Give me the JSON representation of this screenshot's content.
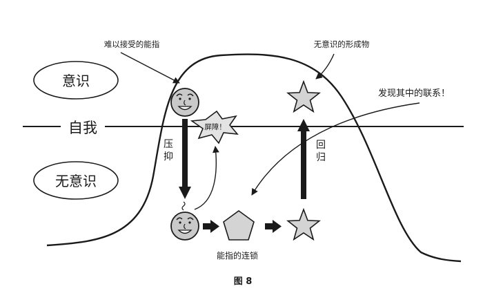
{
  "labels": {
    "conscious": "意识",
    "unconscious": "无意识",
    "ego": "自我",
    "unacceptable_signifier": "难以接受的能指",
    "barrier": "屏障！",
    "repression_chars": [
      "压",
      "抑"
    ],
    "return_chars": [
      "回",
      "归"
    ],
    "formation_of_unconscious": "无意识的形成物",
    "discover_connection": "发现其中的联系！",
    "signifier_chain": "能指的连锁",
    "figure_caption": "图 8"
  },
  "colors": {
    "ink": "#1a1a1a",
    "face_fill": "#c9c9c9",
    "shape_fill": "#d4d4d4",
    "barrier_fill": "#e3e3e3"
  },
  "icons": {
    "face_top": "smiling-face-icon",
    "face_bottom": "smiling-face-icon",
    "barrier": "starburst-icon",
    "star_top": "star-icon",
    "pentagon": "pentagon-icon",
    "star_bottom": "star-icon"
  }
}
